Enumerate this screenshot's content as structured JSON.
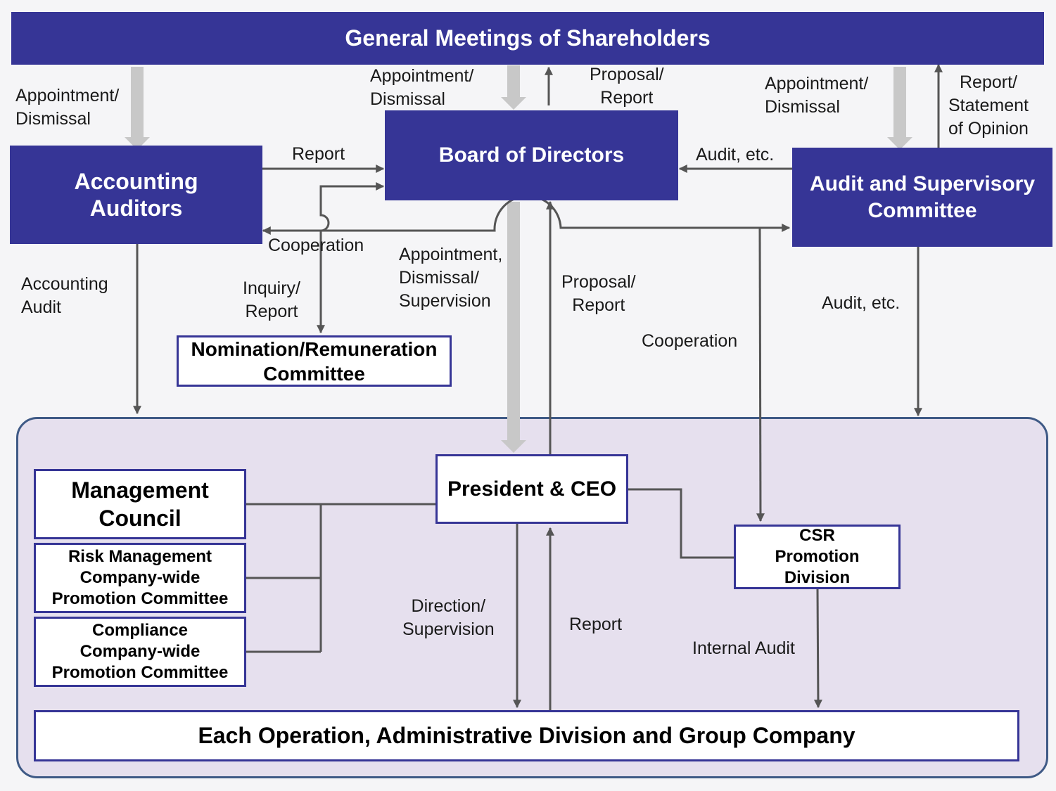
{
  "colors": {
    "navy": "#363596",
    "arrow_dark": "#555555",
    "arrow_light": "#c8c8c8",
    "area_fill": "#e6e0ee"
  },
  "boxes": {
    "shareholders": "General Meetings of Shareholders",
    "board": "Board of Directors",
    "accounting_auditors": "Accounting\nAuditors",
    "audit_committee": "Audit and Supervisory\nCommittee",
    "nomination": "Nomination/Remuneration\nCommittee",
    "president": "President & CEO",
    "management_council": "Management\nCouncil",
    "risk_committee": "Risk Management\nCompany-wide\nPromotion Committee",
    "compliance_committee": "Compliance\nCompany-wide\nPromotion  Committee",
    "csr": "CSR\nPromotion\nDivision",
    "operations": "Each Operation, Administrative Division and Group Company"
  },
  "labels": {
    "appoint_auditors": "Appointment/\nDismissal",
    "appoint_board": "Appointment/\nDismissal",
    "proposal_top": "Proposal/\nReport",
    "appoint_committee": "Appointment/\nDismissal",
    "report_statement": "Report/\nStatement\nof Opinion",
    "report_auditors": "Report",
    "audit_etc_top": "Audit, etc.",
    "cooperation_left": "Cooperation",
    "accounting_audit": "Accounting\nAudit",
    "inquiry_report": "Inquiry/\nReport",
    "appoint_supervision": "Appointment,\nDismissal/\nSupervision",
    "proposal_mid": "Proposal/\nReport",
    "audit_etc_right": "Audit, etc.",
    "cooperation_right": "Cooperation",
    "direction_supervision": "Direction/\nSupervision",
    "report_bottom": "Report",
    "internal_audit": "Internal Audit"
  }
}
